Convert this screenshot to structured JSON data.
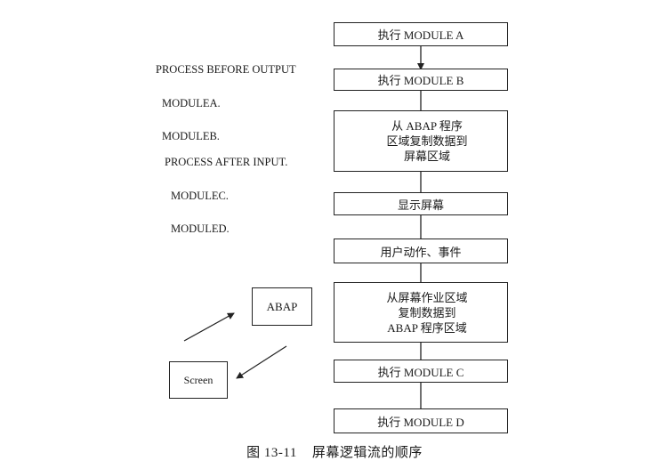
{
  "flow": {
    "box1": "执行 MODULE A",
    "box2": "执行 MODULE B",
    "box3": [
      "从 ABAP 程序",
      "区域复制数据到",
      "屏幕区域"
    ],
    "box4": "显示屏幕",
    "box5": "用户动作、事件",
    "box6": [
      "从屏幕作业区域",
      "复制数据到",
      "ABAP 程序区域"
    ],
    "box7": "执行 MODULE C",
    "box8": "执行 MODULE D"
  },
  "code": {
    "pbo": [
      "PROCESS BEFORE OUTPUT",
      "MODULEA.",
      "MODULEB."
    ],
    "pai": [
      "PROCESS AFTER INPUT.",
      "MODULEC.",
      "MODULED."
    ]
  },
  "side": {
    "abap": "ABAP",
    "screen": "Screen"
  },
  "caption": "图 13-11    屏幕逻辑流的顺序"
}
